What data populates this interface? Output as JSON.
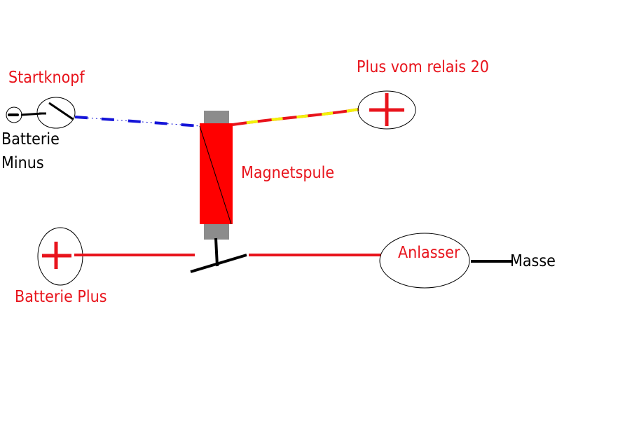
{
  "labels": {
    "startknopf": "Startknopf",
    "batterie_minus_line1": "Batterie",
    "batterie_minus_line2": "Minus",
    "plus_vom_relais": "Plus vom relais 20",
    "magnetspule": "Magnetspule",
    "anlasser": "Anlasser",
    "masse": "Masse",
    "batterie_plus": "Batterie Plus"
  },
  "colors": {
    "red": "#e8141c",
    "blue": "#1414d8",
    "yellow": "#f2f20a",
    "black": "#000000",
    "gray": "#8c8c8c",
    "coil": "#ff0000"
  },
  "icons": {
    "plus_terminal": "plus-icon",
    "switch": "push-button-switch-icon",
    "relay_contact": "relay-contact-icon"
  }
}
